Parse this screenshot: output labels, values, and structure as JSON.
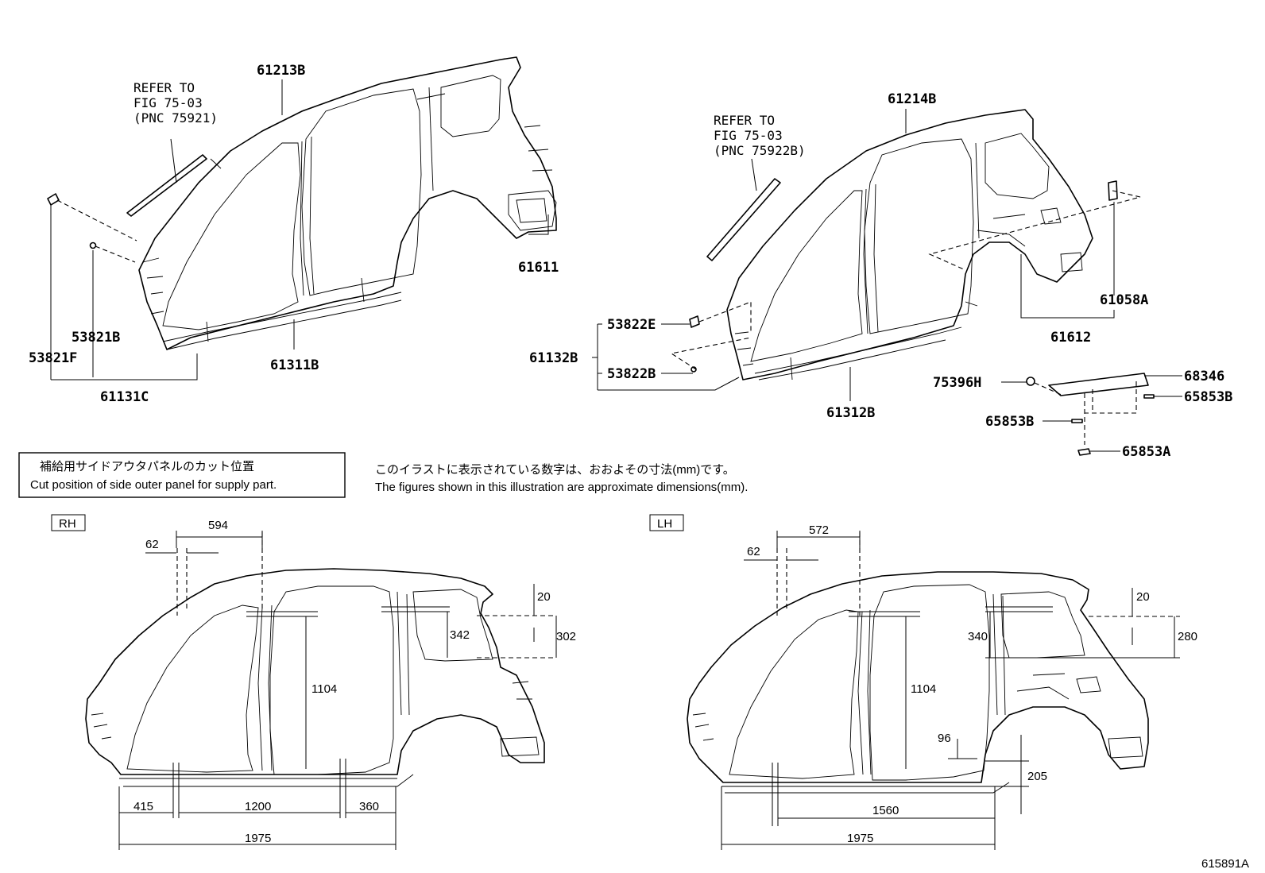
{
  "refer_notes": {
    "left": [
      "REFER TO",
      "FIG 75-03",
      "(PNC 75921)"
    ],
    "right": [
      "REFER TO",
      "FIG 75-03",
      "(PNC 75922B)"
    ]
  },
  "part_labels": {
    "p61213B": "61213B",
    "p61611": "61611",
    "p53821B": "53821B",
    "p53821F": "53821F",
    "p61311B": "61311B",
    "p61131C": "61131C",
    "p61214B": "61214B",
    "p61058A": "61058A",
    "p61612": "61612",
    "p53822E": "53822E",
    "p61132B": "61132B",
    "p53822B": "53822B",
    "p75396H": "75396H",
    "p68346": "68346",
    "p65853B_r": "65853B",
    "p65853B_l": "65853B",
    "p65853A": "65853A",
    "p61312B": "61312B"
  },
  "cut_box": {
    "jp": "補給用サイドアウタパネルのカット位置",
    "en": "Cut position of side outer panel for supply part."
  },
  "dims_note": {
    "jp": "このイラストに表示されている数字は、おおよその寸法(mm)です。",
    "en": "The figures shown in this illustration are approximate dimensions(mm)."
  },
  "rh": {
    "tag": "RH",
    "d594": "594",
    "d62": "62",
    "d20": "20",
    "d342": "342",
    "d302": "302",
    "d1104": "1104",
    "d415": "415",
    "d1200": "1200",
    "d360": "360",
    "d1975": "1975"
  },
  "lh": {
    "tag": "LH",
    "d572": "572",
    "d62": "62",
    "d20": "20",
    "d340": "340",
    "d280": "280",
    "d1104": "1104",
    "d96": "96",
    "d205": "205",
    "d1560": "1560",
    "d1975": "1975"
  },
  "figure_id": "615891A"
}
